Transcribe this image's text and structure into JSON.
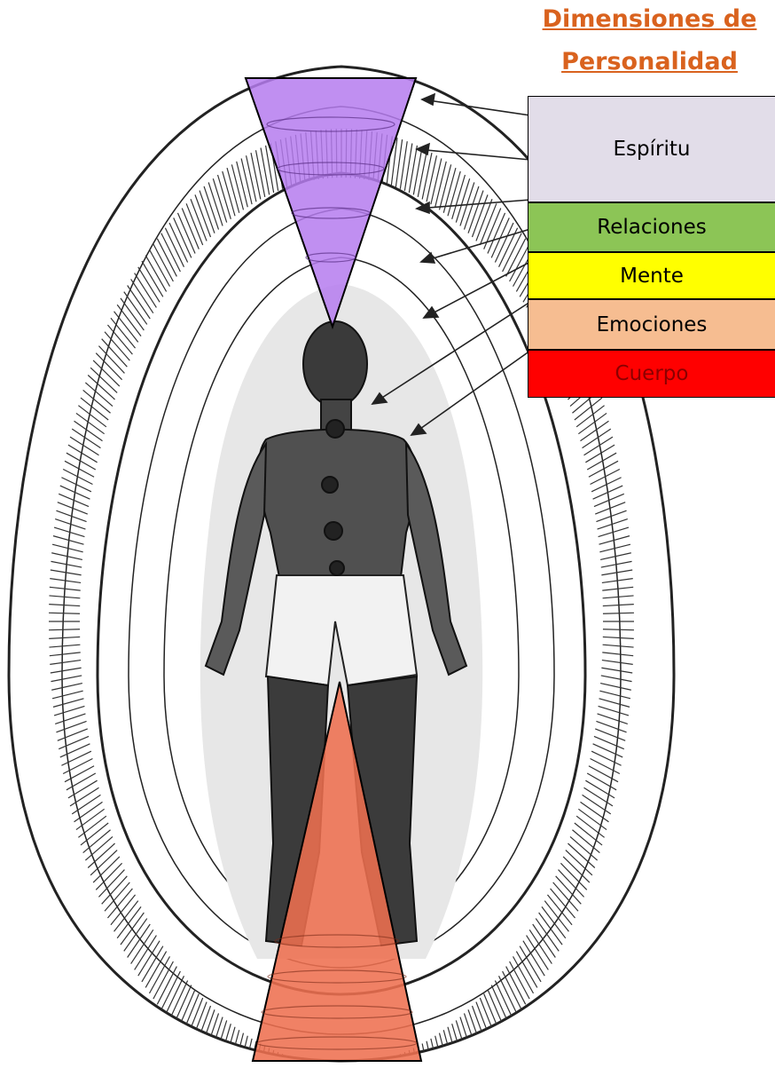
{
  "title": {
    "line1": "Dimensiones de",
    "line2": "Personalidad",
    "color": "#d9621e"
  },
  "legend": [
    {
      "label": "Espíritu",
      "bg": "#e2dde9",
      "fg": "#000000"
    },
    {
      "label": "Relaciones",
      "bg": "#8cc556",
      "fg": "#000000"
    },
    {
      "label": "Mente",
      "bg": "#ffff00",
      "fg": "#000000"
    },
    {
      "label": "Emociones",
      "bg": "#f6bd91",
      "fg": "#000000"
    },
    {
      "label": "Cuerpo",
      "bg": "#ff0000",
      "fg": "#8b0000"
    }
  ],
  "cones": {
    "top_color": "#b57bee",
    "bottom_color": "#ee6f50"
  }
}
